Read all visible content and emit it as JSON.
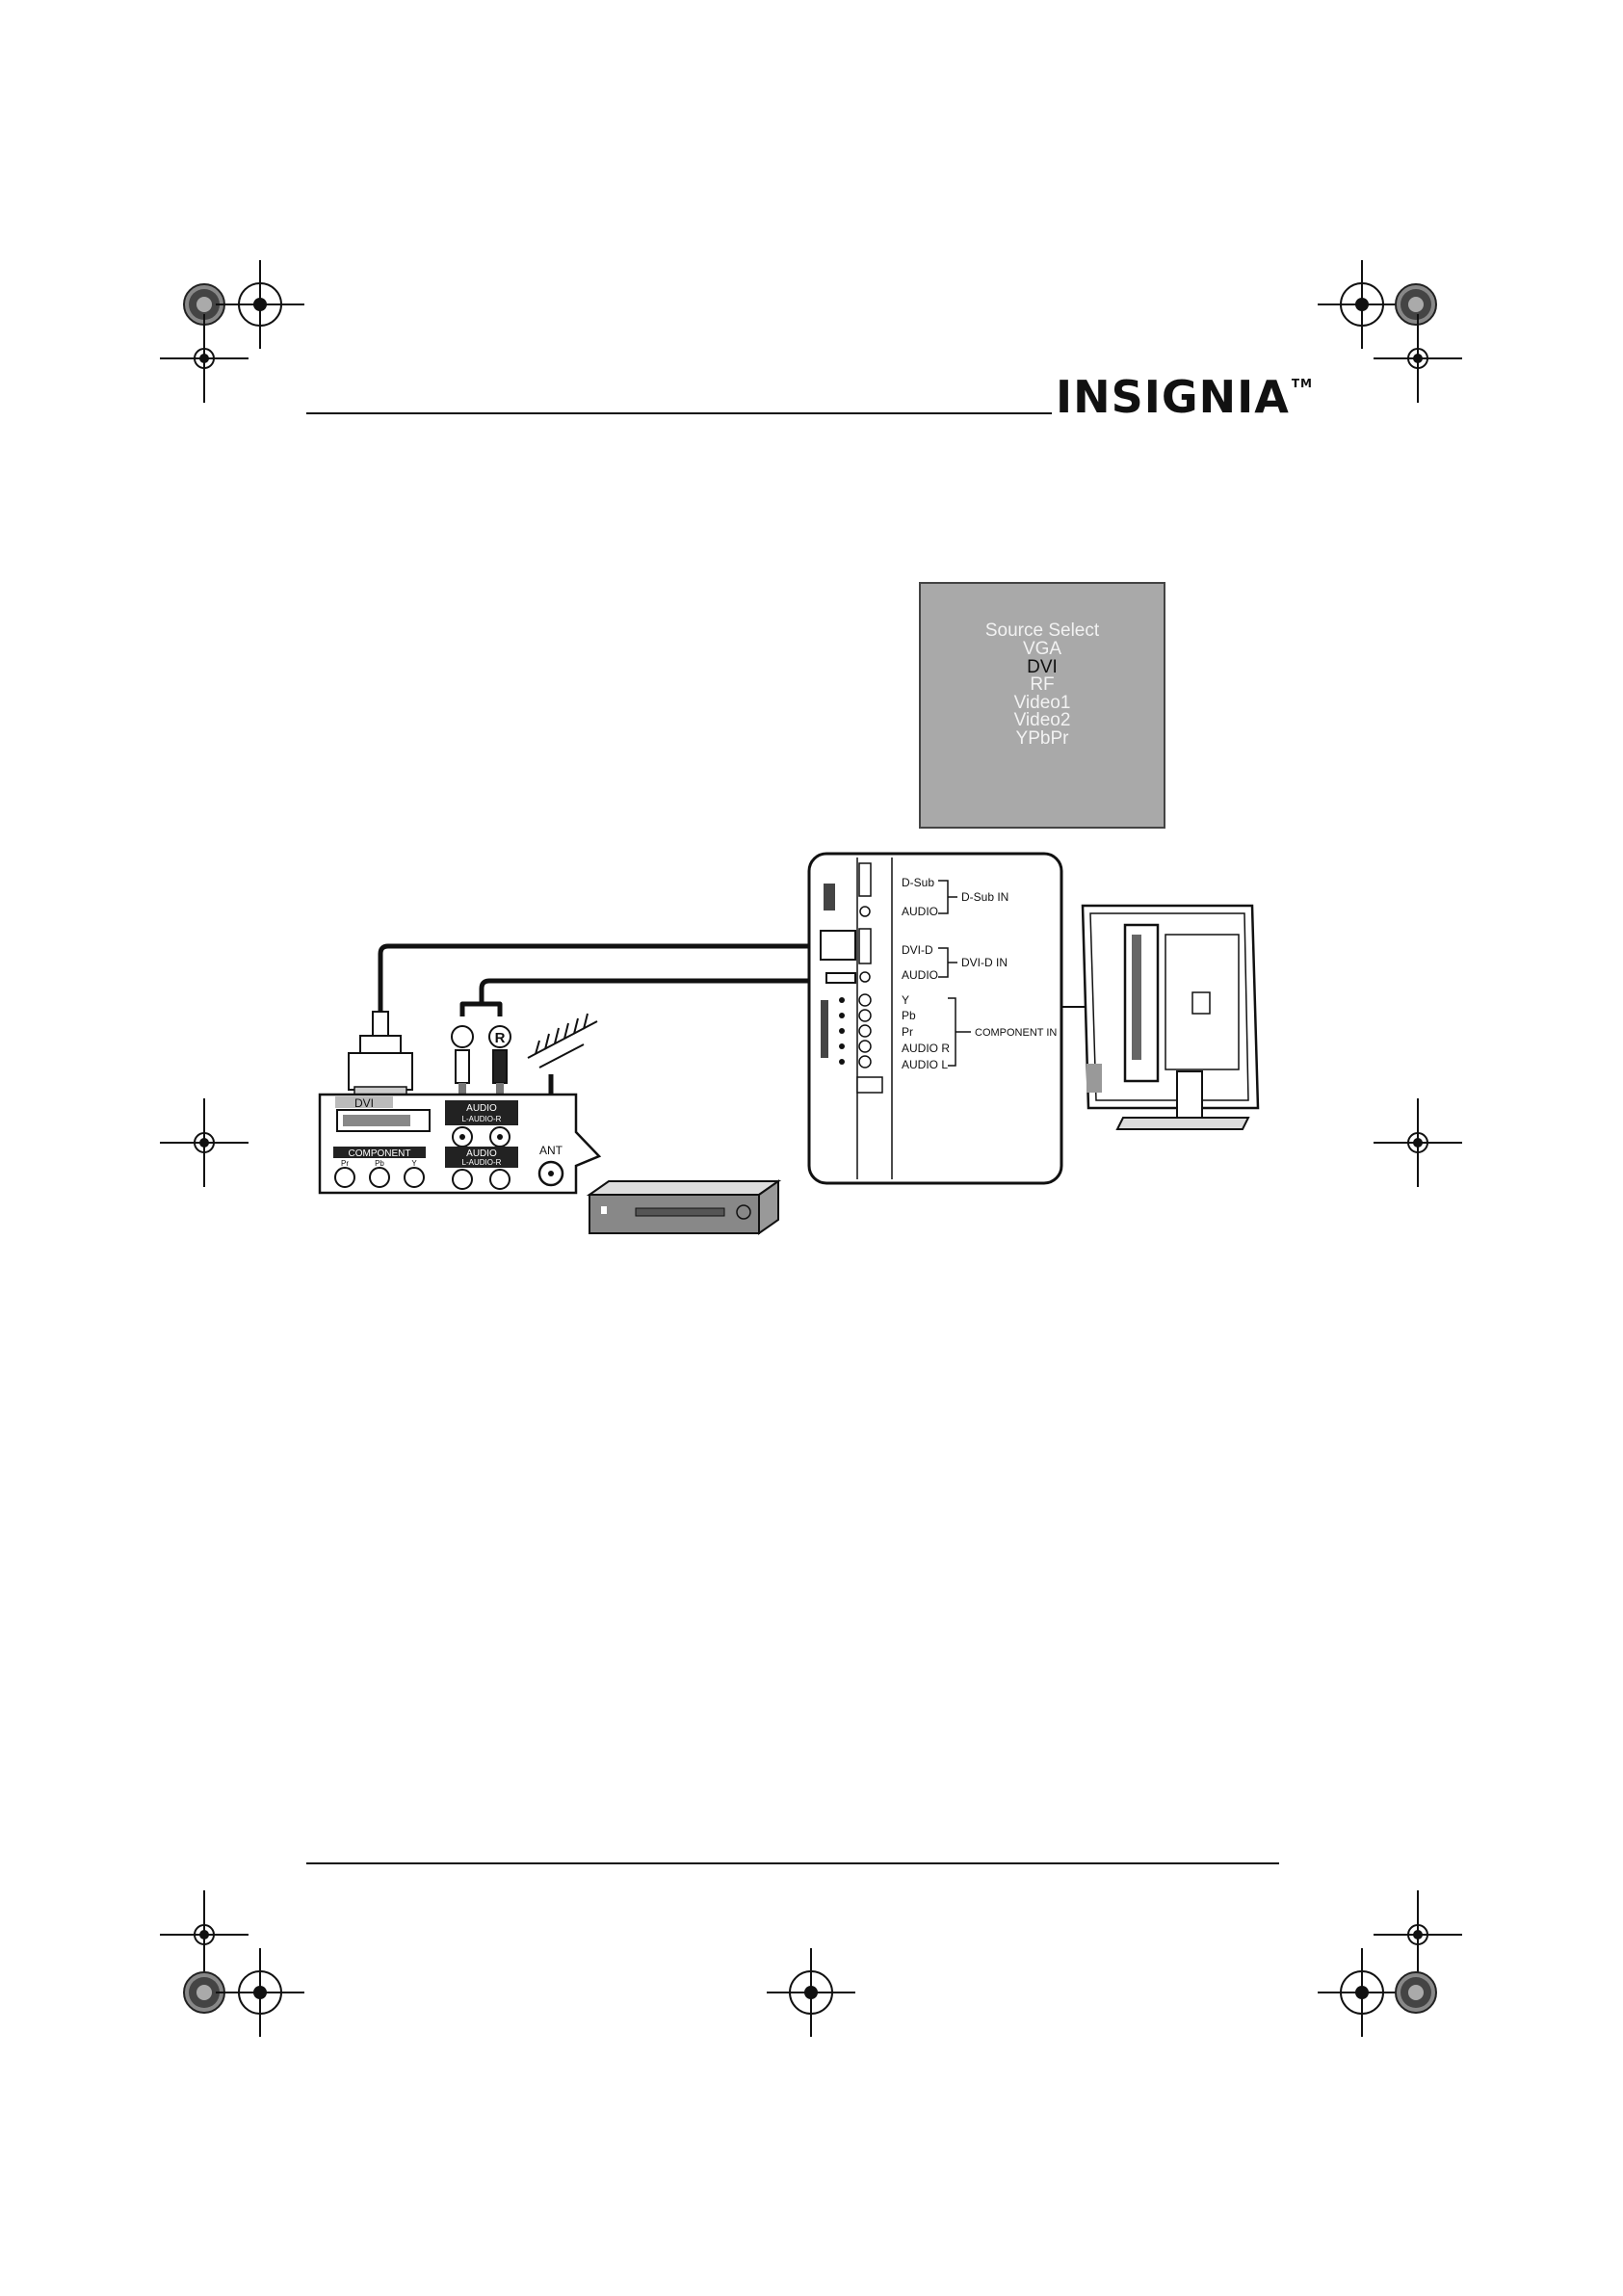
{
  "header": {
    "logo": "INSIGNIA",
    "logo_tm": "TM"
  },
  "osd_menu": {
    "title": "Source Select",
    "items": [
      {
        "label": "VGA",
        "selected": false
      },
      {
        "label": "DVI",
        "selected": true
      },
      {
        "label": "RF",
        "selected": false
      },
      {
        "label": "Video1",
        "selected": false
      },
      {
        "label": "Video2",
        "selected": false
      },
      {
        "label": "YPbPr",
        "selected": false
      }
    ]
  },
  "tv_panel": {
    "dsub": "D-Sub",
    "dsub_audio": "AUDIO",
    "dsub_in": "D-Sub IN",
    "dvid": "DVI-D",
    "dvid_audio": "AUDIO",
    "dvid_in": "DVI-D IN",
    "y": "Y",
    "pb": "Pb",
    "pr": "Pr",
    "audio_r": "AUDIO R",
    "audio_l": "AUDIO L",
    "component_in": "COMPONENT IN"
  },
  "source_device": {
    "dvi": "DVI",
    "audio_top": "AUDIO",
    "audio_top_sub": "L-AUDIO-R",
    "component": "COMPONENT",
    "comp_pr": "Pr",
    "comp_pb": "Pb",
    "comp_y": "Y",
    "audio_bottom": "AUDIO",
    "audio_bottom_sub": "L-AUDIO-R",
    "ant": "ANT",
    "plug_r": "R"
  },
  "colors": {
    "osd_background": "#a9a9a9",
    "ink": "#111111"
  }
}
